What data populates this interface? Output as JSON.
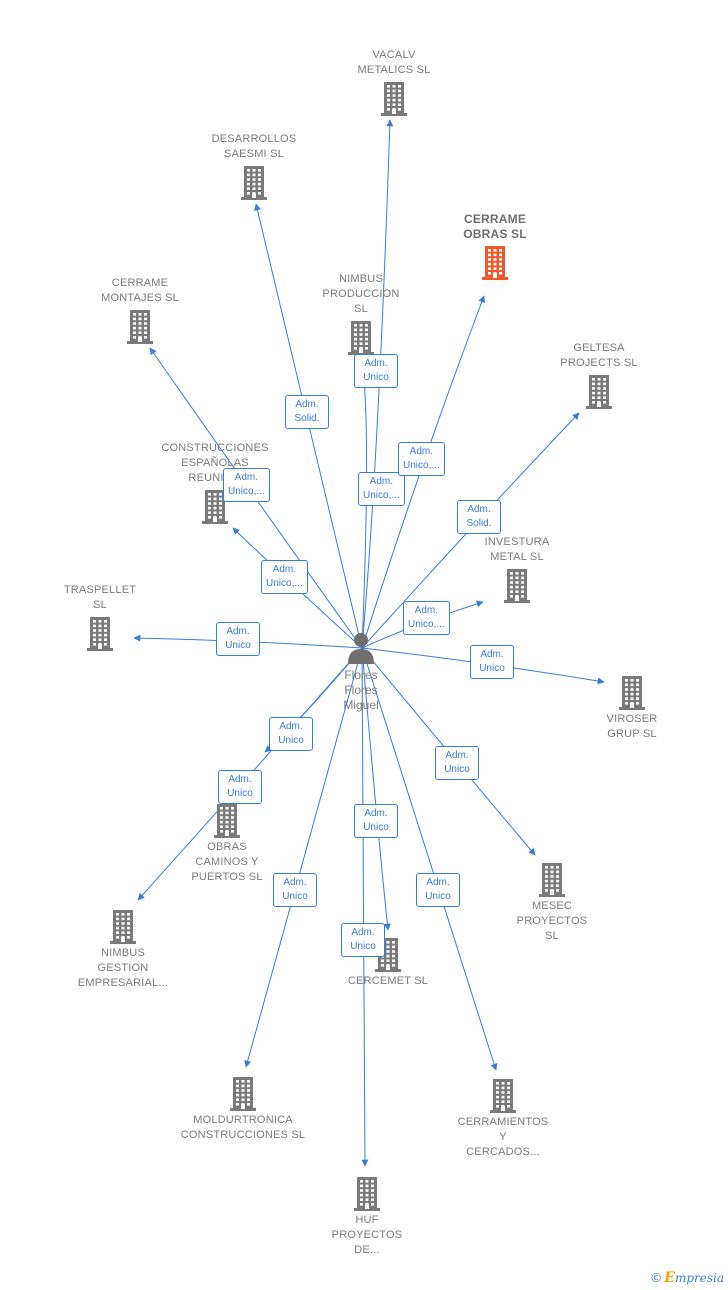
{
  "colors": {
    "edge": "#3a7bd5",
    "node_icon": "#7a7a7a",
    "highlight_icon": "#f05a28",
    "label": "#7a7a7a"
  },
  "center": {
    "name": "Flores\nFlores\nMiguel",
    "icon": "person-icon"
  },
  "nodes": [
    {
      "id": "vacalv",
      "name": "VACALV\nMETALICS SL",
      "icon": "building-icon",
      "highlight": false
    },
    {
      "id": "desarrollos",
      "name": "DESARROLLOS\nSAESMI SL",
      "icon": "building-icon",
      "highlight": false
    },
    {
      "id": "cerrame-obras",
      "name": "CERRAME\nOBRAS SL",
      "icon": "building-icon",
      "highlight": true
    },
    {
      "id": "cerrame-montajes",
      "name": "CERRAME\nMONTAJES SL",
      "icon": "building-icon",
      "highlight": false
    },
    {
      "id": "nimbus-produccion",
      "name": "NIMBUS\nPRODUCCION\nSL",
      "icon": "building-icon",
      "highlight": false
    },
    {
      "id": "geltesa",
      "name": "GELTESA\nPROJECTS SL",
      "icon": "building-icon",
      "highlight": false
    },
    {
      "id": "construcciones",
      "name": "CONSTRUCCIONES\nESPAÑOLAS\nREUNID...",
      "icon": "building-icon",
      "highlight": false
    },
    {
      "id": "investura",
      "name": "INVESTURA\nMETAL SL",
      "icon": "building-icon",
      "highlight": false
    },
    {
      "id": "traspellet",
      "name": "TRASPELLET\nSL",
      "icon": "building-icon",
      "highlight": false
    },
    {
      "id": "viroser",
      "name": "VIROSER\nGRUP SL",
      "icon": "building-icon",
      "highlight": false
    },
    {
      "id": "obras-caminos",
      "name": "OBRAS\nCAMINOS Y\nPUERTOS SL",
      "icon": "building-icon",
      "highlight": false
    },
    {
      "id": "mesec",
      "name": "MESEC\nPROYECTOS\nSL",
      "icon": "building-icon",
      "highlight": false
    },
    {
      "id": "nimbus-gestion",
      "name": "NIMBUS\nGESTION\nEMPRESARIAL...",
      "icon": "building-icon",
      "highlight": false
    },
    {
      "id": "cercemet",
      "name": "CERCEMET SL",
      "icon": "building-icon",
      "highlight": false
    },
    {
      "id": "moldurtronica",
      "name": "MOLDURTRONICA\nCONSTRUCCIONES SL",
      "icon": "building-icon",
      "highlight": false
    },
    {
      "id": "cerramientos",
      "name": "CERRAMIENTOS\nY\nCERCADOS...",
      "icon": "building-icon",
      "highlight": false
    },
    {
      "id": "huf",
      "name": "HUF\nPROYECTOS\nDE...",
      "icon": "building-icon",
      "highlight": false
    }
  ],
  "edges": [
    {
      "to": "vacalv",
      "label": "Adm.\nUnico,..."
    },
    {
      "to": "desarrollos",
      "label": "Adm.\nSolid."
    },
    {
      "to": "cerrame-obras",
      "label": "Adm.\nUnico,..."
    },
    {
      "to": "cerrame-montajes",
      "label": "Adm.\nUnico,..."
    },
    {
      "to": "nimbus-produccion",
      "label": "Adm.\nUnico"
    },
    {
      "to": "geltesa",
      "label": "Adm.\nSolid."
    },
    {
      "to": "construcciones",
      "label": "Adm.\nUnico,..."
    },
    {
      "to": "investura",
      "label": "Adm.\nUnico,..."
    },
    {
      "to": "traspellet",
      "label": "Adm.\nUnico"
    },
    {
      "to": "viroser",
      "label": "Adm.\nUnico"
    },
    {
      "to": "obras-caminos",
      "label": "Adm.\nUnico"
    },
    {
      "to": "mesec",
      "label": "Adm.\nUnico"
    },
    {
      "to": "nimbus-gestion",
      "label": "Adm.\nUnico"
    },
    {
      "to": "cercemet",
      "label": "Adm.\nUnico"
    },
    {
      "to": "moldurtronica",
      "label": "Adm.\nUnico"
    },
    {
      "to": "cerramientos",
      "label": "Adm.\nUnico"
    },
    {
      "to": "huf",
      "label": "Adm.\nUnico"
    }
  ],
  "footer": {
    "copyright": "©",
    "brand_initial": "E",
    "brand_rest": "mpresia"
  }
}
